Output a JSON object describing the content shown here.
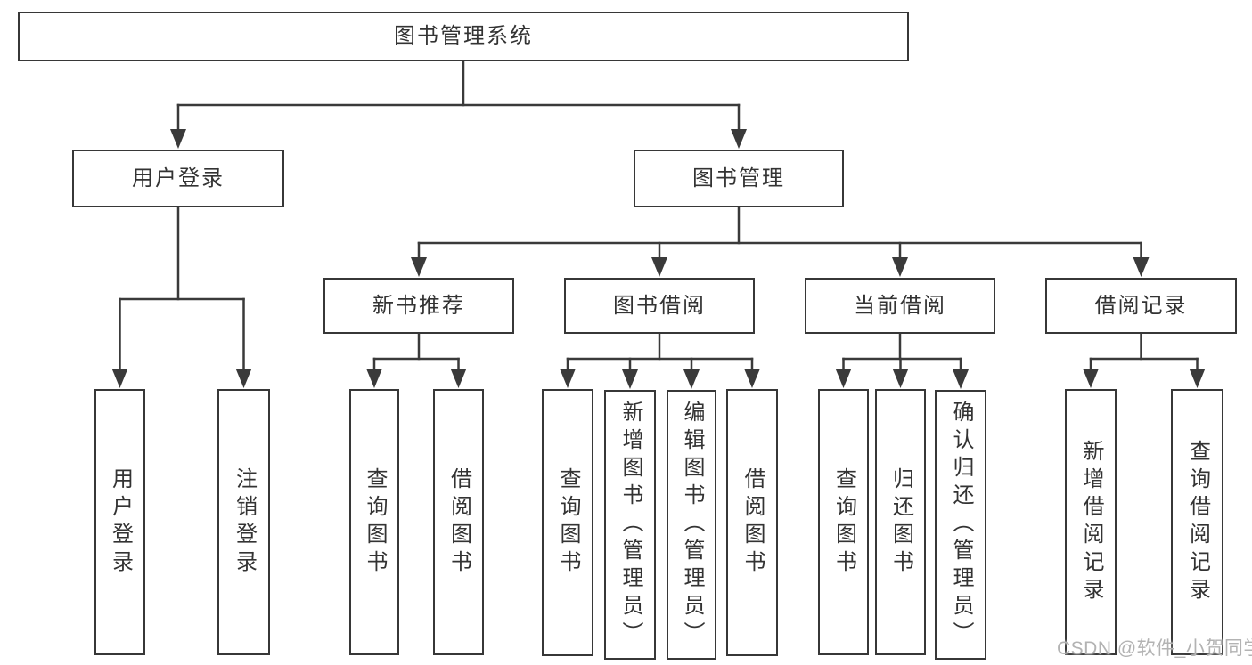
{
  "diagram": {
    "title": "图书管理系统",
    "nodes": [
      {
        "id": "root",
        "label": "图书管理系统"
      },
      {
        "id": "user-login",
        "label": "用户登录"
      },
      {
        "id": "book-management",
        "label": "图书管理"
      },
      {
        "id": "new-book-recommend",
        "label": "新书推荐"
      },
      {
        "id": "book-borrow",
        "label": "图书借阅"
      },
      {
        "id": "current-borrow",
        "label": "当前借阅"
      },
      {
        "id": "borrow-record",
        "label": "借阅记录"
      },
      {
        "id": "leaf-user-login",
        "label": "用户登录"
      },
      {
        "id": "leaf-logout",
        "label": "注销登录"
      },
      {
        "id": "leaf-query-book-1",
        "label": "查询图书"
      },
      {
        "id": "leaf-borrow-book-1",
        "label": "借阅图书"
      },
      {
        "id": "leaf-query-book-2",
        "label": "查询图书"
      },
      {
        "id": "leaf-add-book",
        "label": "新增图书（管理员）"
      },
      {
        "id": "leaf-edit-book",
        "label": "编辑图书（管理员）"
      },
      {
        "id": "leaf-borrow-book-2",
        "label": "借阅图书"
      },
      {
        "id": "leaf-query-book-3",
        "label": "查询图书"
      },
      {
        "id": "leaf-return-book",
        "label": "归还图书"
      },
      {
        "id": "leaf-confirm-return",
        "label": "确认归还（管理员）"
      },
      {
        "id": "leaf-add-borrow-record",
        "label": "新增借阅记录"
      },
      {
        "id": "leaf-query-borrow-record",
        "label": "查询借阅记录"
      }
    ],
    "tree": [
      {
        "parent": "root",
        "children": [
          "user-login",
          "book-management"
        ]
      },
      {
        "parent": "user-login",
        "children": [
          "leaf-user-login",
          "leaf-logout"
        ]
      },
      {
        "parent": "book-management",
        "children": [
          "new-book-recommend",
          "book-borrow",
          "current-borrow",
          "borrow-record"
        ]
      },
      {
        "parent": "new-book-recommend",
        "children": [
          "leaf-query-book-1",
          "leaf-borrow-book-1"
        ]
      },
      {
        "parent": "book-borrow",
        "children": [
          "leaf-query-book-2",
          "leaf-add-book",
          "leaf-edit-book",
          "leaf-borrow-book-2"
        ]
      },
      {
        "parent": "current-borrow",
        "children": [
          "leaf-query-book-3",
          "leaf-return-book",
          "leaf-confirm-return"
        ]
      },
      {
        "parent": "borrow-record",
        "children": [
          "leaf-add-borrow-record",
          "leaf-query-borrow-record"
        ]
      }
    ],
    "watermark": "CSDN @软件_小贺同学",
    "colors": {
      "line": "#3a3a3a",
      "border": "#373737",
      "text": "#333333",
      "watermark": "#b3b3b3",
      "background": "#ffffff"
    }
  }
}
